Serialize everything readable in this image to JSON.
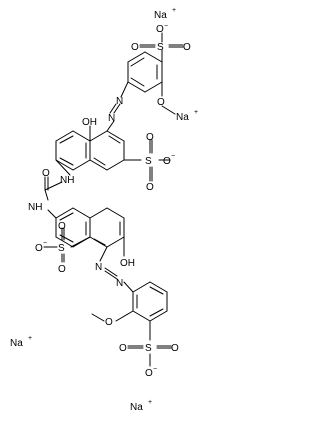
{
  "molecule": {
    "ions": {
      "na_top": "Na",
      "na_right": "Na",
      "na_left": "Na",
      "na_bottom": "Na",
      "plus": "+"
    },
    "sulfonate_top": {
      "s": "S",
      "o_left": "O",
      "o_right": "O",
      "o_bottom": "O",
      "minus": "−"
    },
    "methoxy_top": {
      "o": "O"
    },
    "azo_top": {
      "n1": "N",
      "n2": "N"
    },
    "hydroxy_top": {
      "label": "OH"
    },
    "sulfonate_right": {
      "s": "S",
      "o_up": "O",
      "o_down": "O",
      "o_right": "O",
      "minus": "−"
    },
    "urea": {
      "nh_right": "NH",
      "o": "O",
      "nh_left": "NH"
    },
    "hydroxy_bottom": {
      "label": "OH"
    },
    "sulfonate_left": {
      "s": "S",
      "o_left": "O",
      "o_up": "O",
      "o_down": "O",
      "minus": "−"
    },
    "azo_bottom": {
      "n1": "N",
      "n2": "N"
    },
    "methoxy_bottom": {
      "o": "O"
    },
    "sulfonate_bottom": {
      "s": "S",
      "o_left": "O",
      "o_right": "O",
      "o_bottom": "O",
      "minus": "−"
    }
  }
}
